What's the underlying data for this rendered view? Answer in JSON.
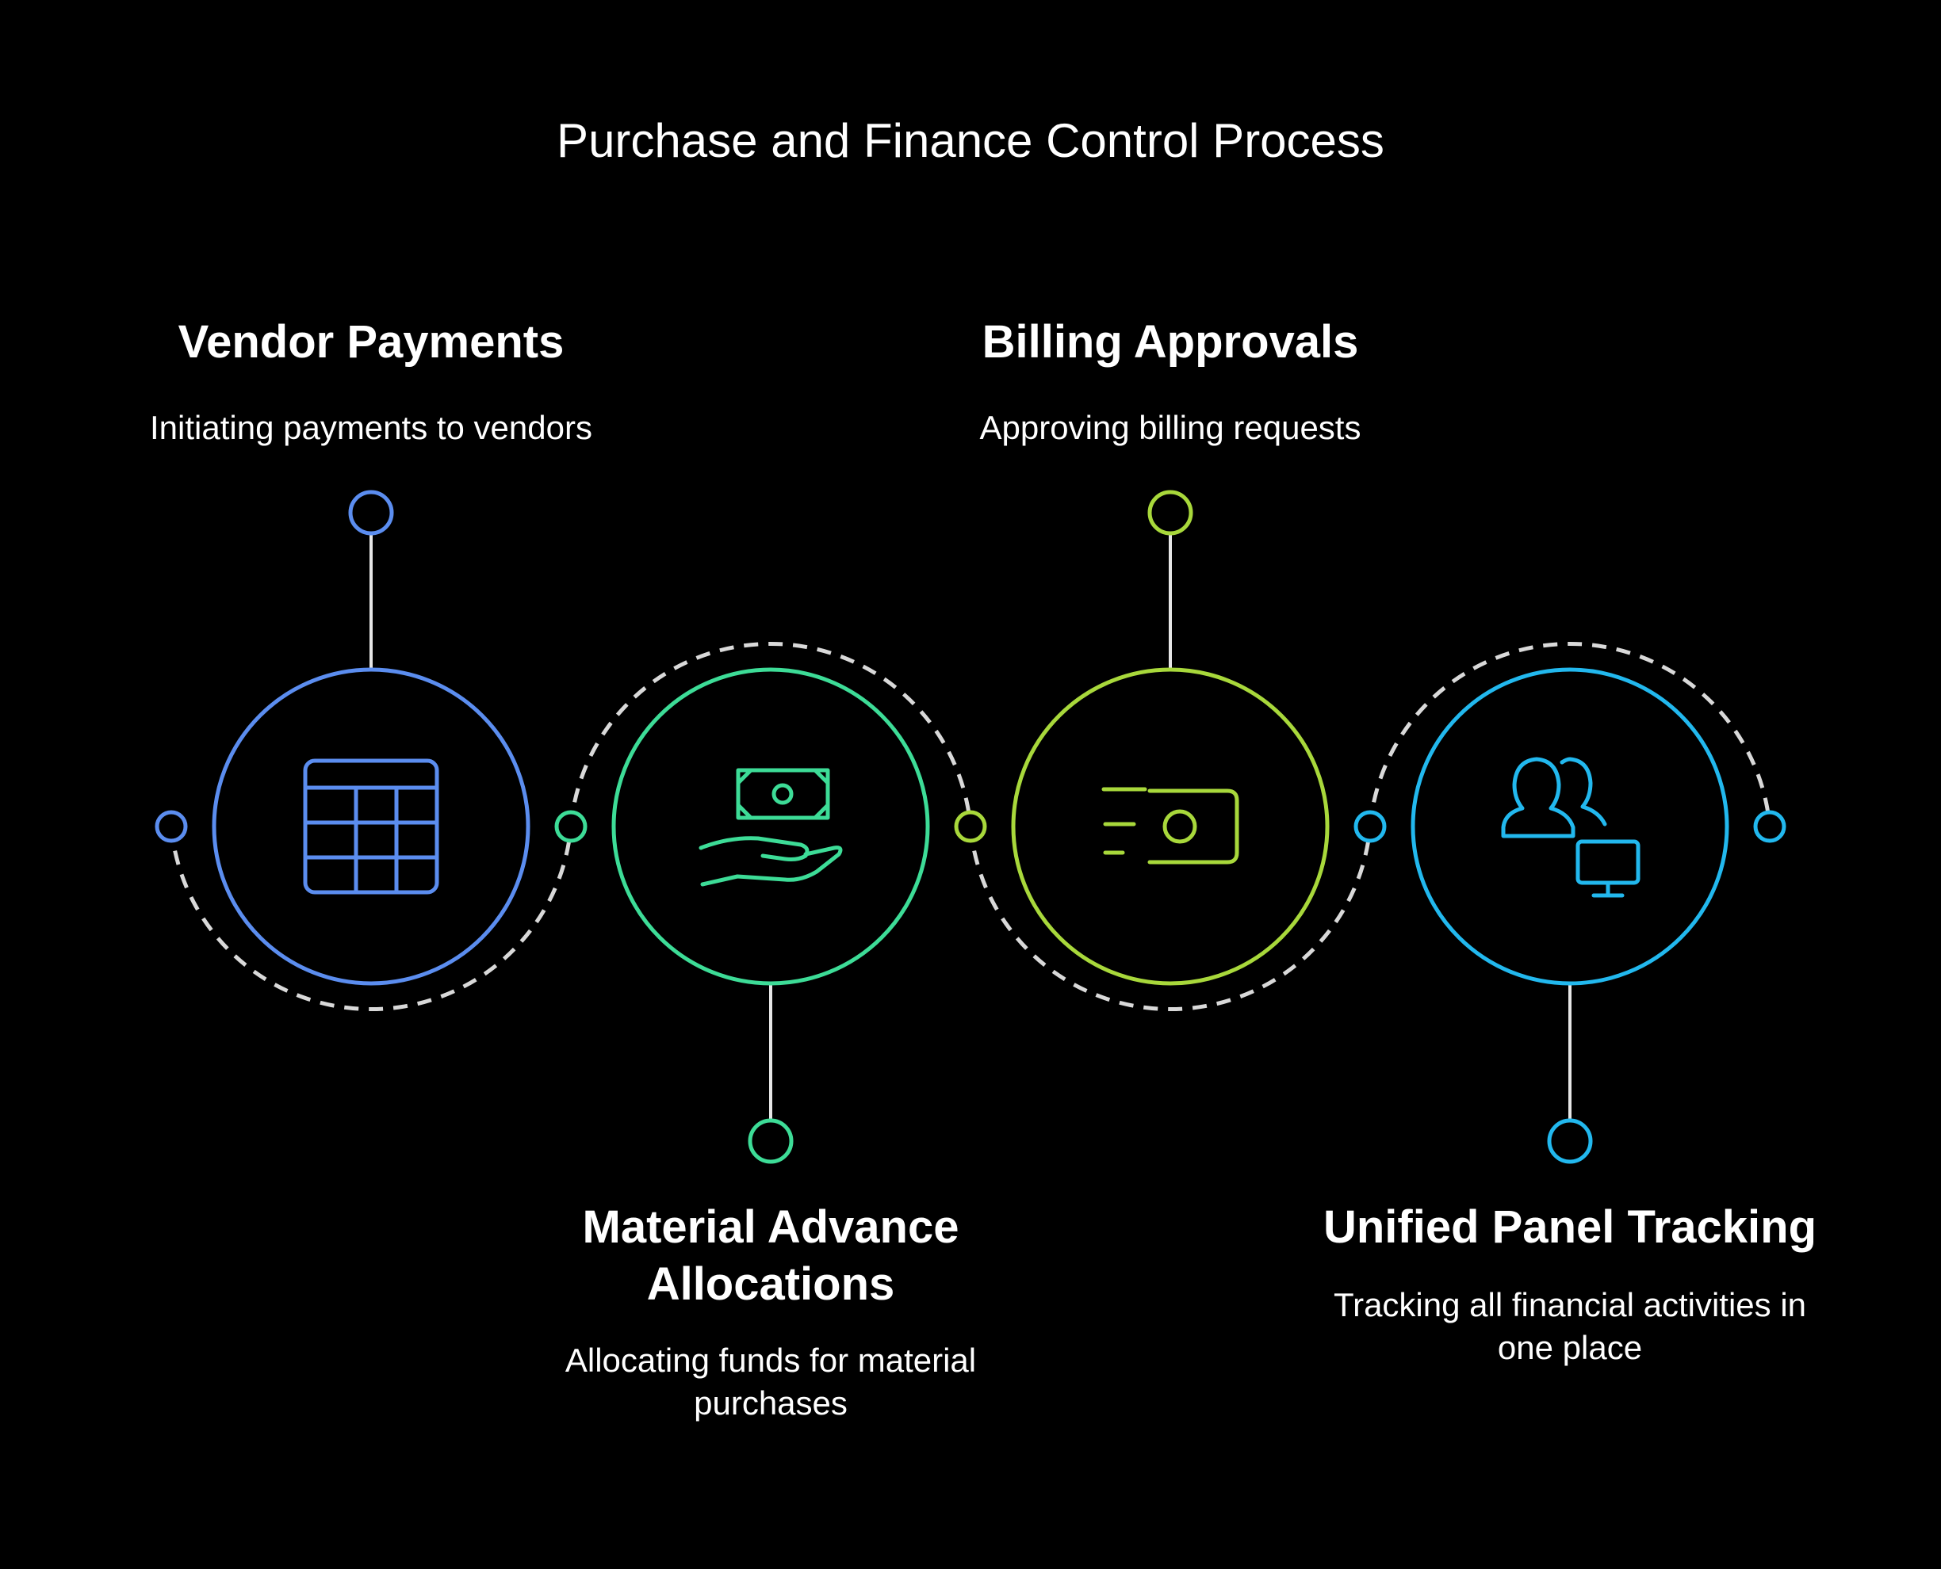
{
  "title": "Purchase and Finance Control Process",
  "colors": {
    "background": "#000000",
    "text": "#ffffff",
    "connector": "#e6e6e6",
    "dashed_arc": "#d9d9d9"
  },
  "steps": [
    {
      "title": "Vendor Payments",
      "description": "Initiating payments to vendors",
      "icon": "table-grid-icon",
      "color": "#5b8def",
      "label_position": "top"
    },
    {
      "title": "Material Advance Allocations",
      "description": "Allocating funds for material purchases",
      "icon": "hand-holding-cash-icon",
      "color": "#3ddc97",
      "label_position": "bottom"
    },
    {
      "title": "Billing Approvals",
      "description": "Approving billing requests",
      "icon": "fast-payment-card-icon",
      "color": "#a8d83b",
      "label_position": "top"
    },
    {
      "title": "Unified Panel Tracking",
      "description": "Tracking all financial activities in one place",
      "icon": "users-monitor-icon",
      "color": "#22b8ee",
      "label_position": "bottom"
    }
  ]
}
